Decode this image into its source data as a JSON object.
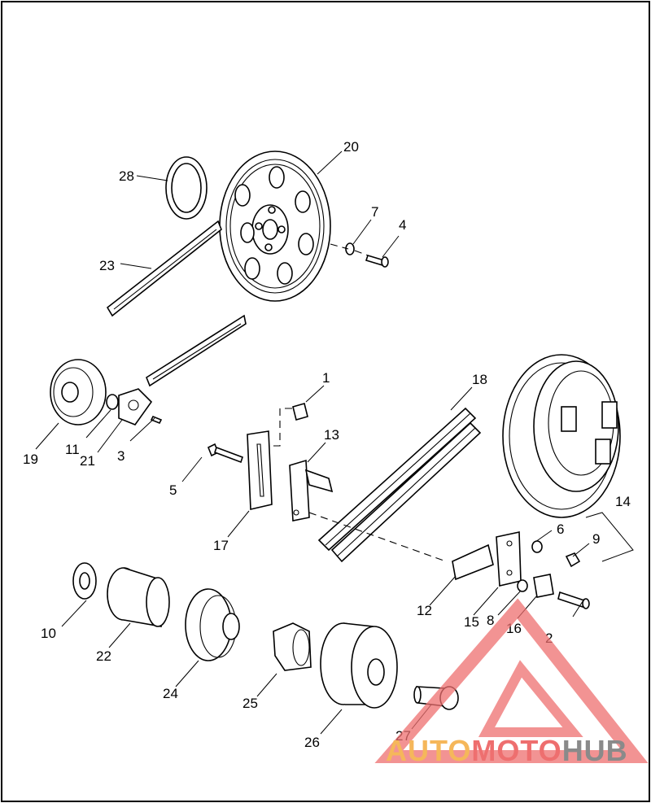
{
  "diagram": {
    "labels": [
      "1",
      "2",
      "3",
      "4",
      "5",
      "6",
      "7",
      "8",
      "9",
      "10",
      "11",
      "12",
      "13",
      "14",
      "15",
      "16",
      "17",
      "18",
      "19",
      "20",
      "21",
      "22",
      "23",
      "24",
      "25",
      "26",
      "27",
      "28"
    ]
  },
  "watermark": {
    "word_part1": "AUTO",
    "word_part2": "MOTO",
    "word_part3": "HUB",
    "color_orange": "#f5b75a",
    "color_red": "#ee6f6f",
    "color_gray": "#8a8a8a"
  }
}
